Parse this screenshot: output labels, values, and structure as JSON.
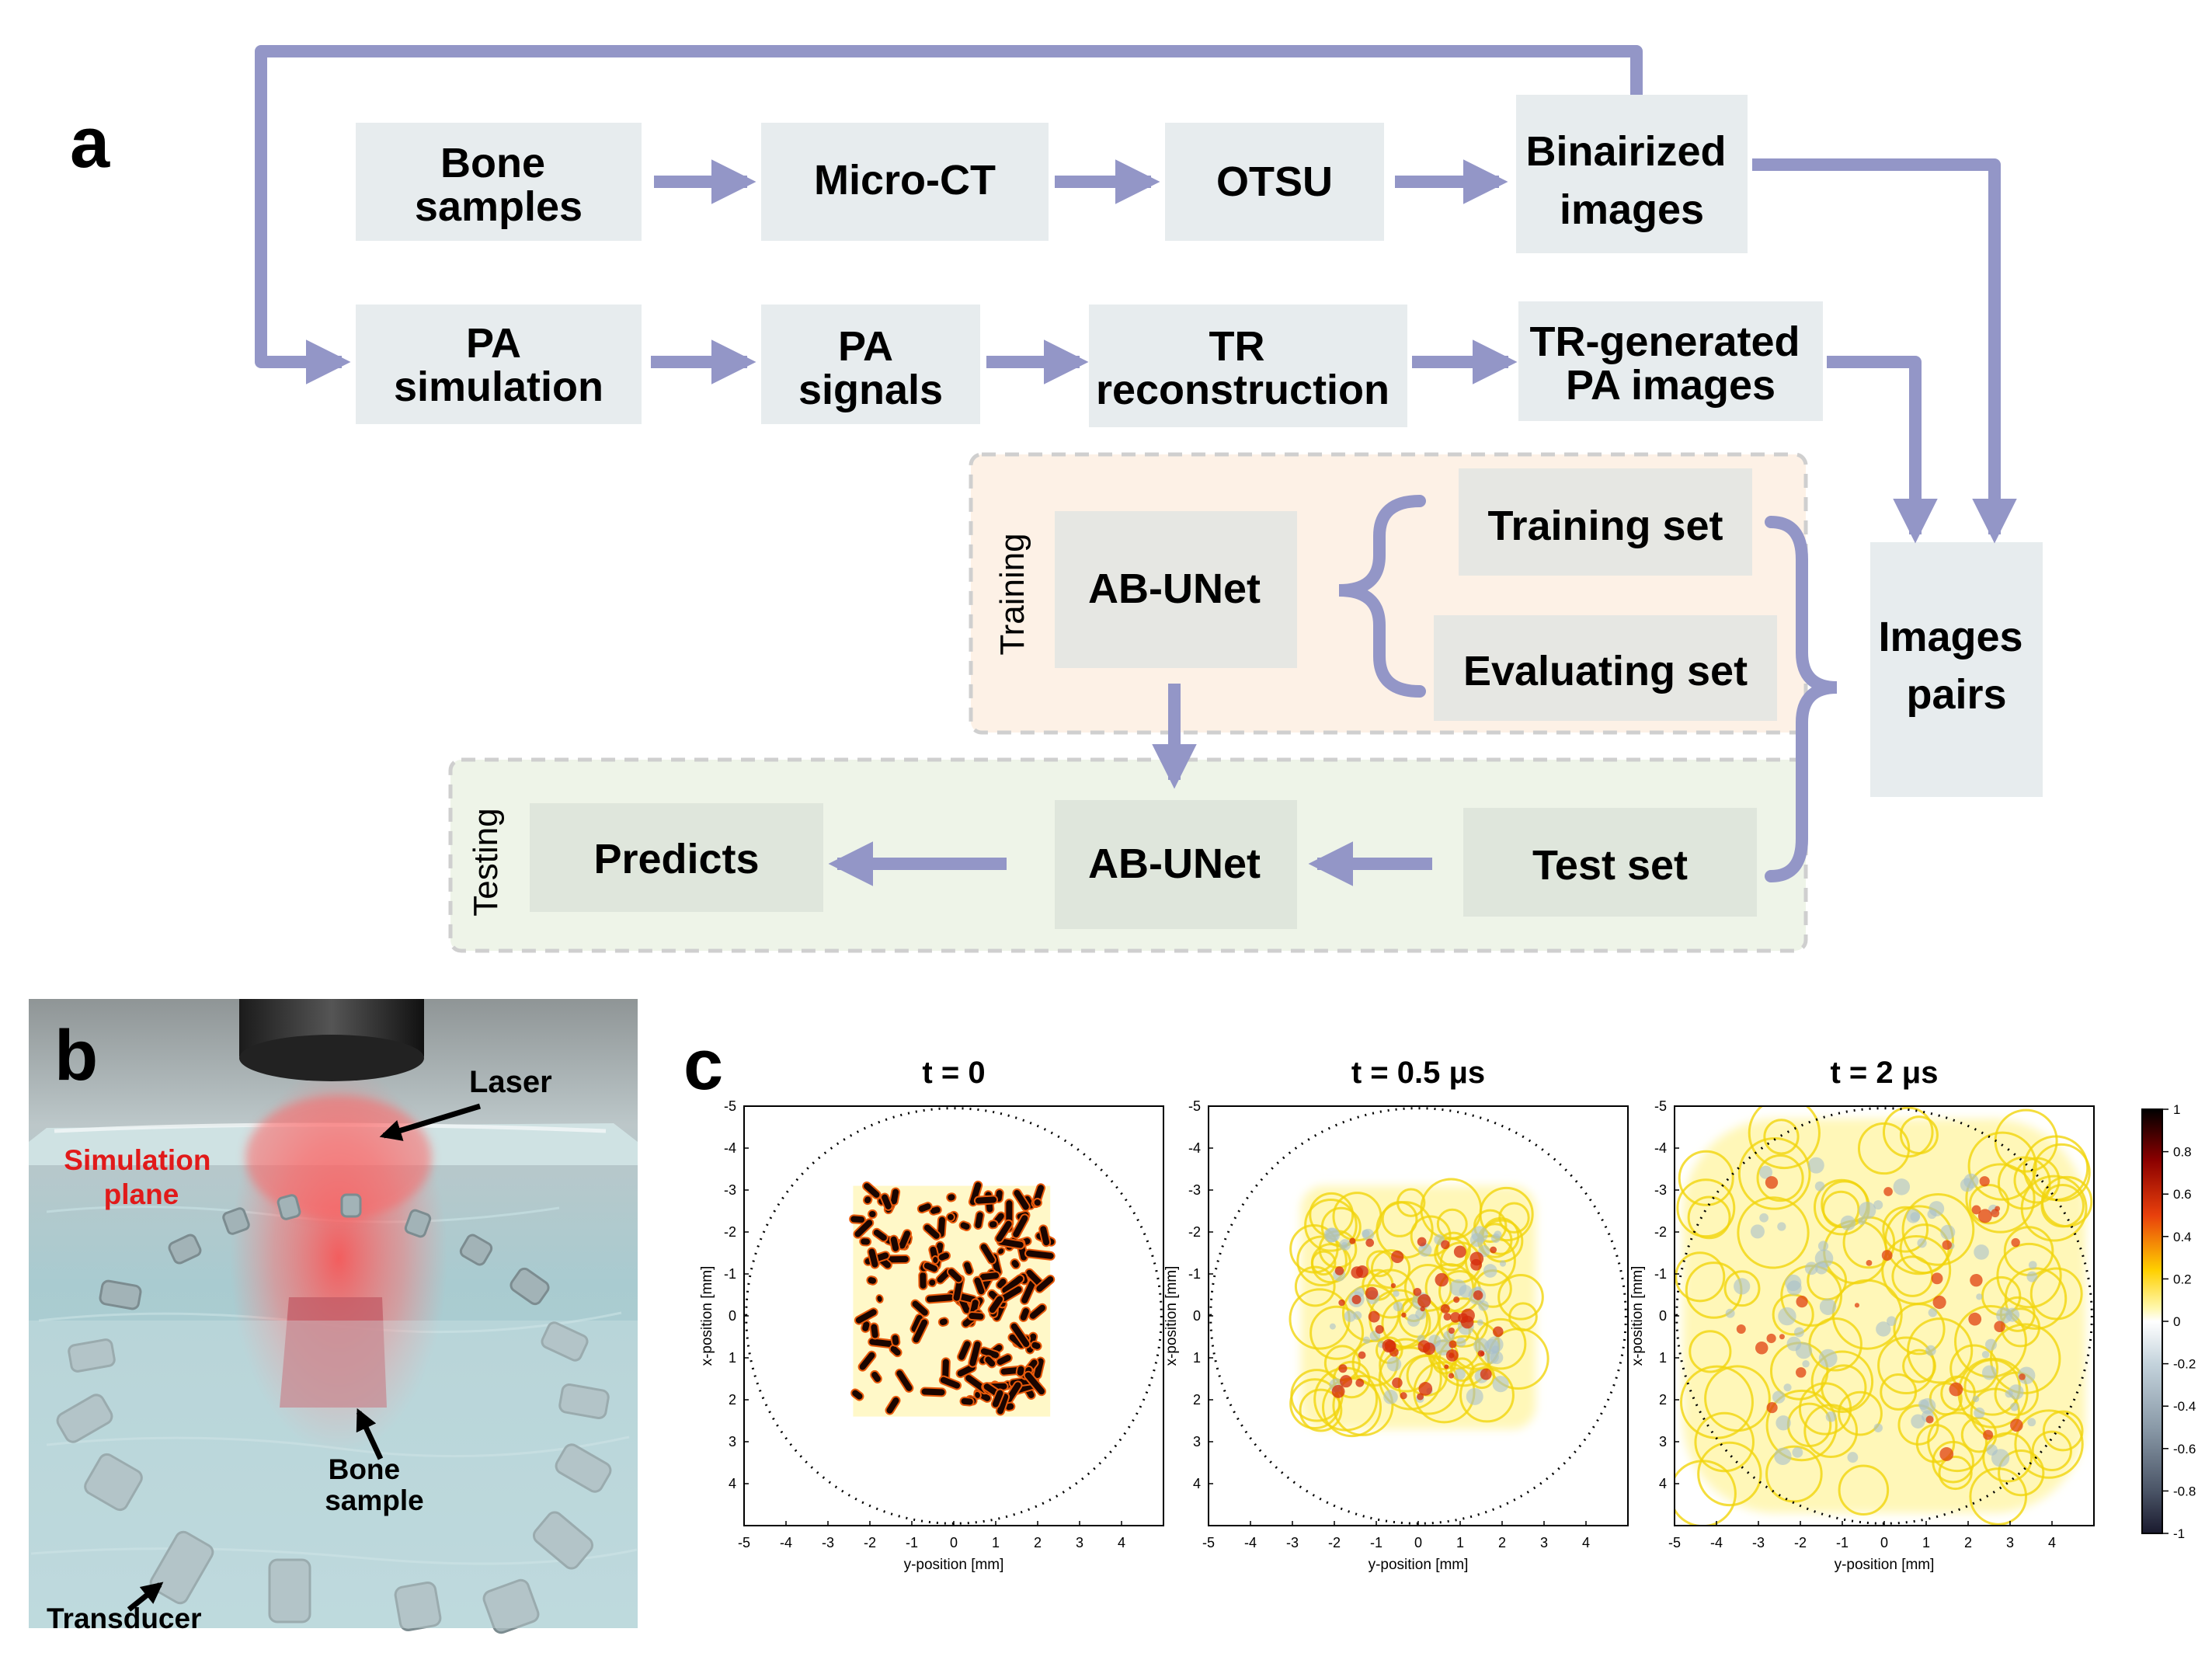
{
  "panel_labels": {
    "a": "a",
    "b": "b",
    "c": "c"
  },
  "flow": {
    "row1": {
      "bone_samples": [
        "Bone",
        "samples"
      ],
      "micro_ct": "Micro-CT",
      "otsu": "OTSU",
      "binarized": [
        "Binairized",
        "images"
      ]
    },
    "row2": {
      "pa_simulation": [
        "PA",
        "simulation"
      ],
      "pa_signals": [
        "PA",
        "signals"
      ],
      "tr_reconstruction": [
        "TR",
        "reconstruction"
      ],
      "tr_generated": [
        "TR-generated",
        "PA images"
      ]
    },
    "training": {
      "region_label": "Training",
      "abunet": "AB-UNet",
      "training_set": "Training set",
      "evaluating_set": "Evaluating set"
    },
    "images_pairs": [
      "Images",
      "pairs"
    ],
    "testing": {
      "region_label": "Testing",
      "predicts": "Predicts",
      "abunet": "AB-UNet",
      "test_set": "Test set"
    }
  },
  "scene": {
    "laser": "Laser",
    "simulation_plane": [
      "Simulation",
      "plane"
    ],
    "bone_sample": [
      "Bone",
      "sample"
    ],
    "transducer": "Transducer"
  },
  "plots": {
    "titles": [
      "t = 0",
      "t = 0.5 μs",
      "t = 2 μs"
    ],
    "xlabel": "y-position [mm]",
    "ylabel": "x-position [mm]",
    "xticks": [
      "-5",
      "-4",
      "-3",
      "-2",
      "-1",
      "0",
      "1",
      "2",
      "3",
      "4"
    ],
    "yticks": [
      "-5",
      "-4",
      "-3",
      "-2",
      "-1",
      "0",
      "1",
      "2",
      "3",
      "4"
    ],
    "colorbar_ticks": [
      "1",
      "0.8",
      "0.6",
      "0.4",
      "0.2",
      "0",
      "-0.2",
      "-0.4",
      "-0.6",
      "-0.8",
      "-1"
    ]
  },
  "colors": {
    "box_fill": "#e7ecee",
    "arrow": "#9396c7",
    "training_bg": "#fdf1e6",
    "testing_bg": "#eef4e8",
    "simulation_plane_text": "#e11a1a"
  }
}
